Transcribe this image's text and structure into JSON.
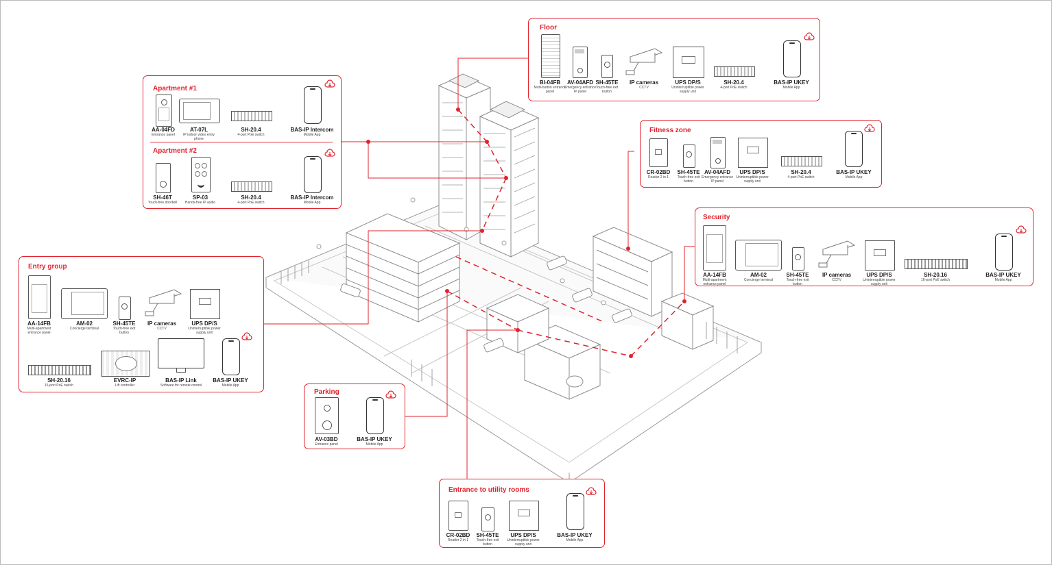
{
  "colors": {
    "accent": "#e0232d",
    "line": "#9a9a9a",
    "ink": "#333333"
  },
  "groups": {
    "apartment1": {
      "title": "Apartment #1",
      "devices": [
        {
          "name": "AA-04FD",
          "desc": "Entrance panel",
          "icon": "entrance-panel-icon"
        },
        {
          "name": "AT-07L",
          "desc": "IP indoor video entry phone",
          "icon": "monitor-icon"
        },
        {
          "name": "SH-20.4",
          "desc": "4-port PoE switch",
          "icon": "switch-icon"
        },
        {
          "name": "BAS-IP Intercom",
          "desc": "Mobile App",
          "icon": "phone-icon"
        }
      ]
    },
    "apartment2": {
      "title": "Apartment #2",
      "devices": [
        {
          "name": "SH-46T",
          "desc": "Touch-free doorbell",
          "icon": "doorbell-icon"
        },
        {
          "name": "SP-03",
          "desc": "Hands-free IP audio",
          "icon": "audio-panel-icon"
        },
        {
          "name": "SH-20.4",
          "desc": "4-port PoE switch",
          "icon": "switch-icon"
        },
        {
          "name": "BAS-IP Intercom",
          "desc": "Mobile App",
          "icon": "phone-icon"
        }
      ]
    },
    "floor": {
      "title": "Floor",
      "devices": [
        {
          "name": "BI-04FB",
          "desc": "Multi-button entrance panel",
          "icon": "multibutton-panel-icon"
        },
        {
          "name": "AV-04AFD",
          "desc": "Emergency entrance IP panel",
          "icon": "emergency-panel-icon"
        },
        {
          "name": "SH-45TE",
          "desc": "Touch-free exit button",
          "icon": "exit-button-icon"
        },
        {
          "name": "IP cameras",
          "desc": "CCTV",
          "icon": "camera-icon"
        },
        {
          "name": "UPS DP/S",
          "desc": "Uninterruptible power supply unit",
          "icon": "ups-icon"
        },
        {
          "name": "SH-20.4",
          "desc": "4-port PoE switch",
          "icon": "switch-icon"
        },
        {
          "name": "BAS-IP UKEY",
          "desc": "Mobile App",
          "icon": "phone-icon"
        }
      ]
    },
    "fitness": {
      "title": "Fitness zone",
      "devices": [
        {
          "name": "CR-02BD",
          "desc": "Reader 2 in 1",
          "icon": "reader-icon"
        },
        {
          "name": "SH-45TE",
          "desc": "Touch-free exit button",
          "icon": "exit-button-icon"
        },
        {
          "name": "AV-04AFD",
          "desc": "Emergency entrance IP panel",
          "icon": "emergency-panel-icon"
        },
        {
          "name": "UPS DP/S",
          "desc": "Uninterruptible power supply unit",
          "icon": "ups-icon"
        },
        {
          "name": "SH-20.4",
          "desc": "4-port PoE switch",
          "icon": "switch-icon"
        },
        {
          "name": "BAS-IP UKEY",
          "desc": "Mobile App",
          "icon": "phone-icon"
        }
      ]
    },
    "security": {
      "title": "Security",
      "devices": [
        {
          "name": "AA-14FB",
          "desc": "Multi-apartment entrance panel",
          "icon": "multi-apartment-panel-icon"
        },
        {
          "name": "AM-02",
          "desc": "Concierge terminal",
          "icon": "concierge-terminal-icon"
        },
        {
          "name": "SH-45TE",
          "desc": "Touch-free exit button",
          "icon": "exit-button-icon"
        },
        {
          "name": "IP cameras",
          "desc": "CCTV",
          "icon": "camera-icon"
        },
        {
          "name": "UPS DP/S",
          "desc": "Uninterruptible power supply unit",
          "icon": "ups-icon"
        },
        {
          "name": "SH-20.16",
          "desc": "16-port PoE switch",
          "icon": "switch-icon"
        },
        {
          "name": "BAS-IP UKEY",
          "desc": "Mobile App",
          "icon": "phone-icon"
        }
      ]
    },
    "entry": {
      "title": "Entry group",
      "devices": [
        {
          "name": "AA-14FB",
          "desc": "Multi-apartment entrance panel",
          "icon": "multi-apartment-panel-icon"
        },
        {
          "name": "AM-02",
          "desc": "Concierge terminal",
          "icon": "concierge-terminal-icon"
        },
        {
          "name": "SH-45TE",
          "desc": "Touch-free exit button",
          "icon": "exit-button-icon"
        },
        {
          "name": "IP cameras",
          "desc": "CCTV",
          "icon": "camera-icon"
        },
        {
          "name": "UPS DP/S",
          "desc": "Uninterruptible power supply unit",
          "icon": "ups-icon"
        },
        {
          "name": "SH-20.16",
          "desc": "16-port PoE switch",
          "icon": "switch-icon"
        },
        {
          "name": "EVRC-IP",
          "desc": "Lift controller",
          "icon": "lift-controller-icon"
        },
        {
          "name": "BAS-IP Link",
          "desc": "Software for remote control",
          "icon": "display-icon"
        },
        {
          "name": "BAS-IP UKEY",
          "desc": "Mobile App",
          "icon": "phone-icon"
        }
      ]
    },
    "parking": {
      "title": "Parking",
      "devices": [
        {
          "name": "AV-03BD",
          "desc": "Entrance panel",
          "icon": "entrance-panel-icon"
        },
        {
          "name": "BAS-IP UKEY",
          "desc": "Mobile App",
          "icon": "phone-icon"
        }
      ]
    },
    "utility": {
      "title": "Entrance to utility rooms",
      "devices": [
        {
          "name": "CR-02BD",
          "desc": "Reader 2 in 1",
          "icon": "reader-icon"
        },
        {
          "name": "SH-45TE",
          "desc": "Touch-free exit button",
          "icon": "exit-button-icon"
        },
        {
          "name": "UPS DP/S",
          "desc": "Uninterruptible power supply unit",
          "icon": "ups-icon"
        },
        {
          "name": "BAS-IP UKEY",
          "desc": "Mobile App",
          "icon": "phone-icon"
        }
      ]
    }
  }
}
